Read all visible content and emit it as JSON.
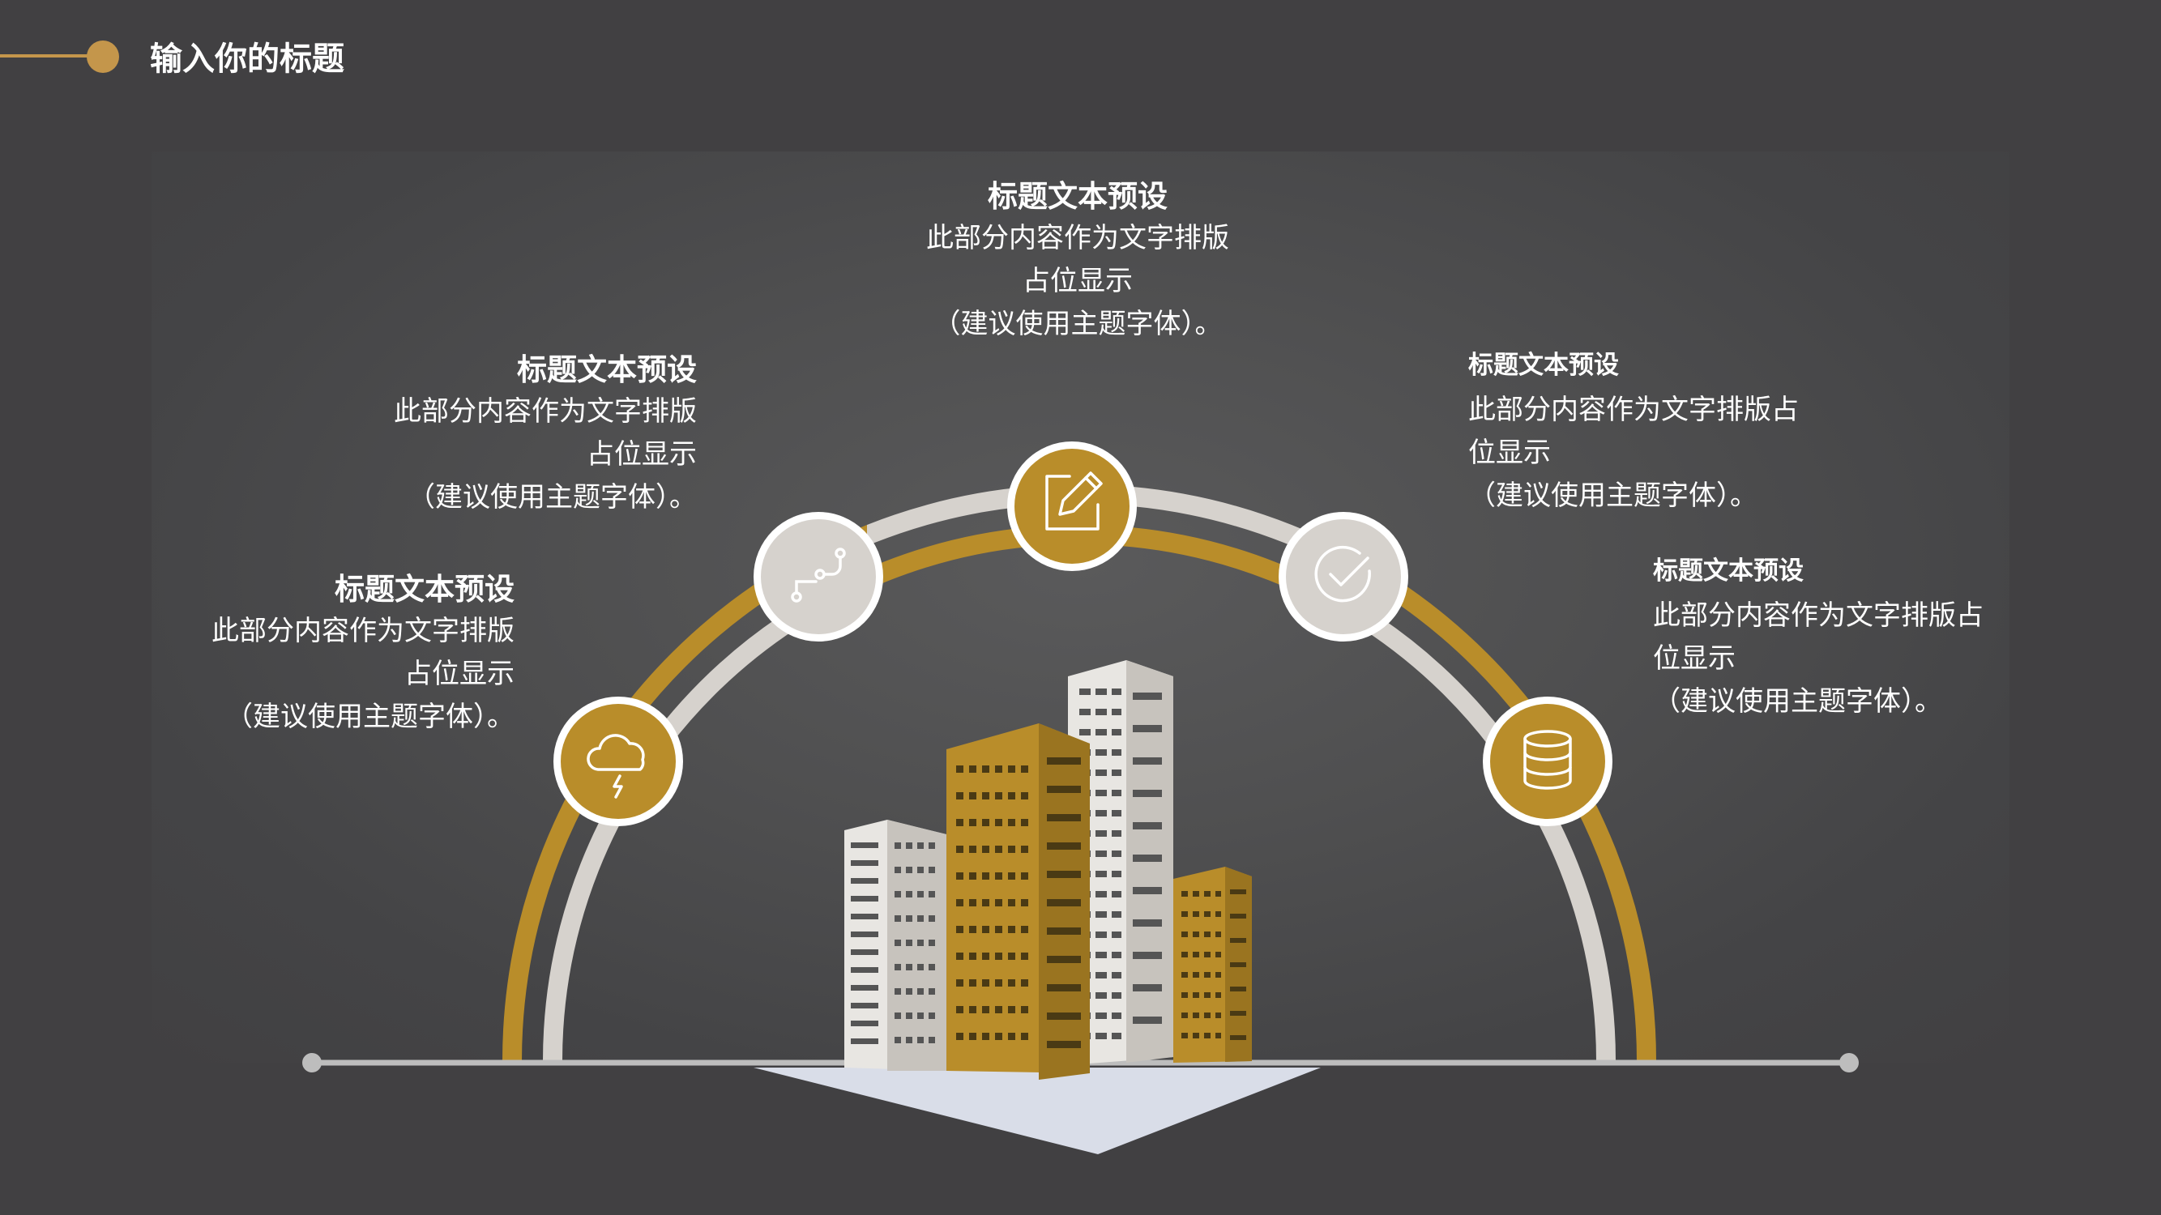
{
  "page": {
    "title": "输入你的标题"
  },
  "colors": {
    "background": "#414042",
    "gold": "#b98d2a",
    "silver": "#d6d2cd",
    "accent": "#c4964b",
    "text": "#ffffff"
  },
  "icons": [
    "cloud-storm-icon",
    "route-nodes-icon",
    "edit-pencil-icon",
    "check-circle-icon",
    "database-icon"
  ],
  "blocks": [
    {
      "title": "标题文本预设",
      "line1": "此部分内容作为文字排版",
      "line2": "占位显示",
      "line3": "（建议使用主题字体）。"
    },
    {
      "title": "标题文本预设",
      "line1": "此部分内容作为文字排版",
      "line2": "占位显示",
      "line3": "（建议使用主题字体）。"
    },
    {
      "title": "标题文本预设",
      "line1": "此部分内容作为文字排版",
      "line2": "占位显示",
      "line3": "（建议使用主题字体）。"
    },
    {
      "title": "标题文本预设",
      "line1": "此部分内容作为文字排版占",
      "line2": "位显示",
      "line3": "（建议使用主题字体）。"
    },
    {
      "title": "标题文本预设",
      "line1": "此部分内容作为文字排版占",
      "line2": "位显示",
      "line3": "（建议使用主题字体）。"
    }
  ]
}
